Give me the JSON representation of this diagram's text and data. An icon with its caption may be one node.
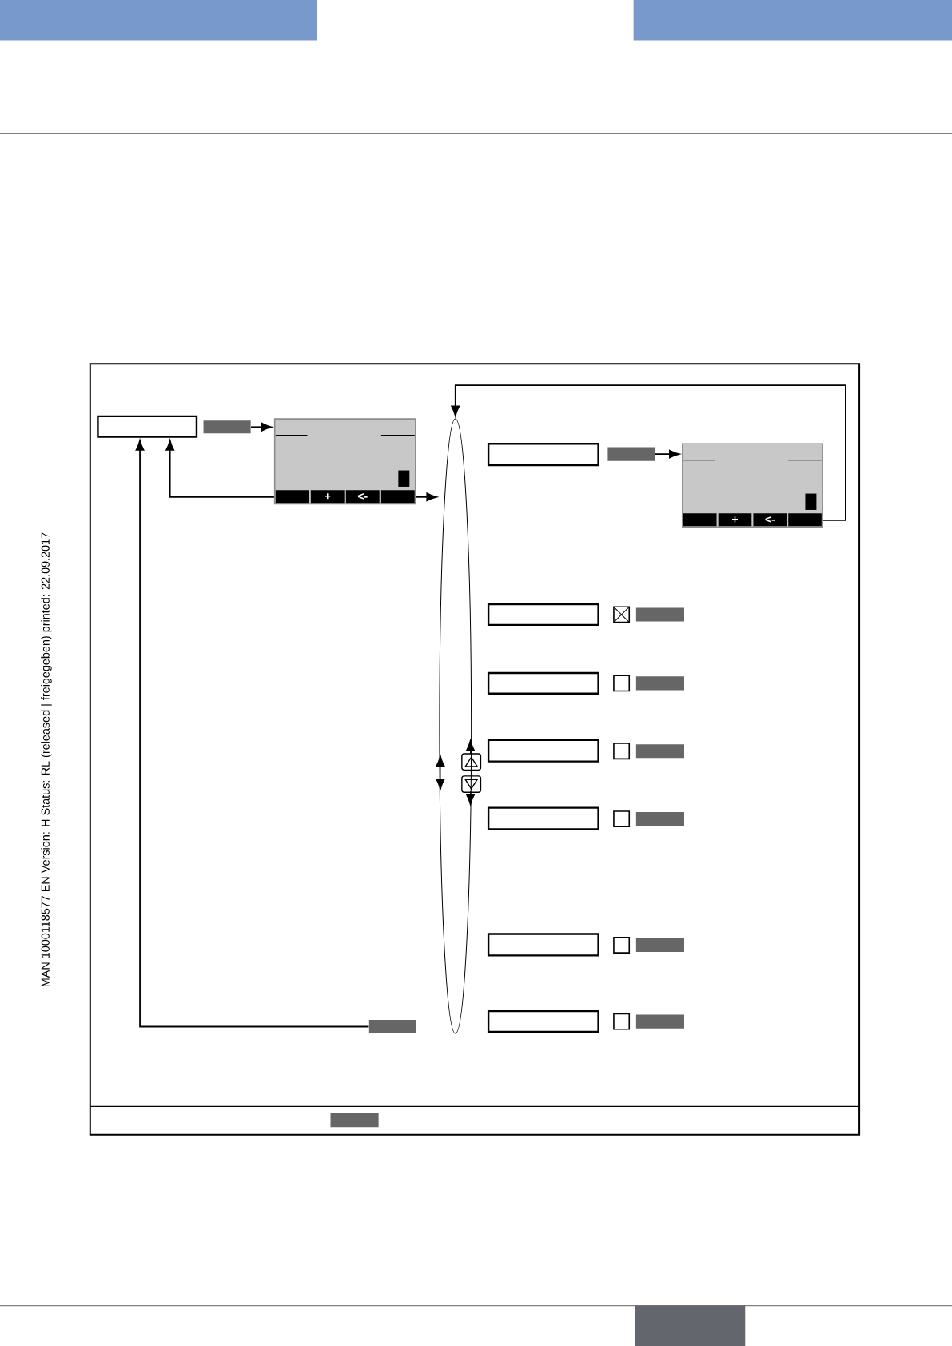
{
  "diagram": {
    "nodes": [
      {
        "text": [],
        "shape": "box"
      },
      {
        "text": [],
        "shape": "button"
      },
      {
        "text": [
          "+",
          "<-"
        ]
      },
      {
        "text": [],
        "shape": "ellipse"
      },
      {
        "text": [],
        "shape": "box"
      },
      {
        "text": [],
        "shape": "button"
      },
      {
        "text": [
          "+",
          "<-"
        ]
      },
      {
        "text": [],
        "shape": "box"
      },
      {
        "text": [],
        "shape": "box"
      },
      {
        "text": [],
        "shape": "box"
      },
      {
        "text": [],
        "shape": "box"
      },
      {
        "text": [],
        "shape": "box"
      },
      {
        "text": [],
        "shape": "box"
      },
      {
        "text": [],
        "shape": "button"
      }
    ],
    "edges": [
      {
        "from": 1,
        "to": 2,
        "arrow": "to"
      },
      {
        "from": 2,
        "to": 0,
        "arrow": "to"
      },
      {
        "from": 2,
        "to": 3,
        "arrow": "to"
      },
      {
        "from": 13,
        "to": 0,
        "arrow": "to"
      },
      {
        "from": 5,
        "to": 6,
        "arrow": "to"
      },
      {
        "from": 6,
        "to": 3,
        "arrow": "to"
      }
    ],
    "labels": [
      "MAN 1000118577 EN Version: H Status: RL (released | freigegeben) printed: 22.09.2017"
    ]
  }
}
